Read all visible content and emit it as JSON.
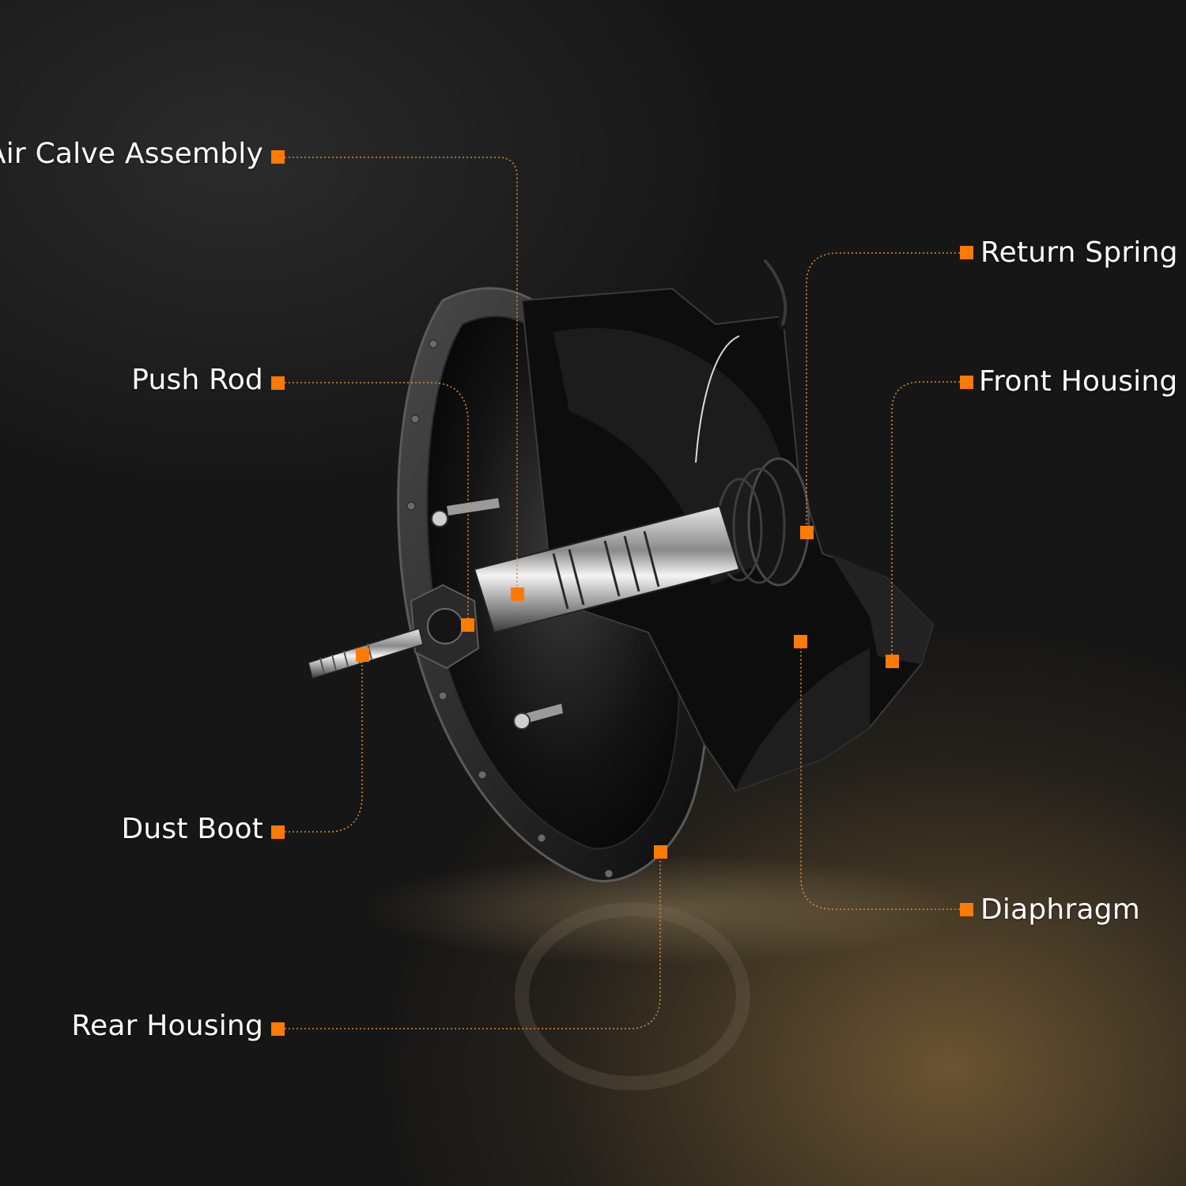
{
  "colors": {
    "accent": "#ff7a00",
    "leader": "#d98a3a",
    "text": "#ffffff"
  },
  "labels": {
    "air_valve": "Air Calve Assembly",
    "push_rod": "Push Rod",
    "dust_boot": "Dust Boot",
    "rear_housing": "Rear Housing",
    "return_spring": "Return Spring",
    "front_housing": "Front Housing",
    "diaphragm": "Diaphragm"
  }
}
